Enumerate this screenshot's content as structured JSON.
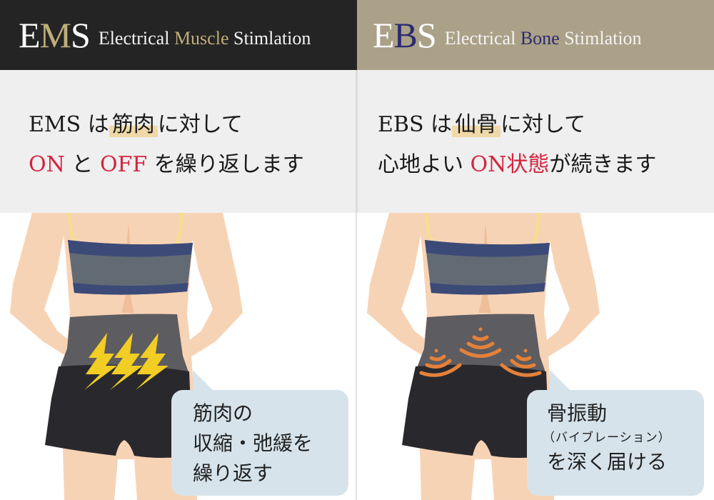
{
  "colors": {
    "ems_header_bg": "#242424",
    "ebs_header_bg": "#aba188",
    "ems_accent": "#bfae7a",
    "ebs_accent": "#2b2a70",
    "highlight": "#f0d9a8",
    "red_text": "#d3243f",
    "desc_bg": "#efefef",
    "bubble_bg": "#d6e3ea",
    "skin": "#f7d3b5",
    "bra_band": "#3c4a78",
    "bra_body": "#626b73",
    "belt": "#5d5c61",
    "shorts": "#29292d",
    "lightning": "#f2cd24",
    "waves": "#e4813a"
  },
  "ems": {
    "header": {
      "abbr_part1": "E",
      "abbr_part2": "M",
      "abbr_part3": "S",
      "name_part1": "Electrical ",
      "name_accent": "Muscle",
      "name_part2": " Stimlation"
    },
    "description": {
      "line1_prefix": "EMS は",
      "line1_highlight": "筋肉",
      "line1_suffix": "に対して",
      "line2_red1": "ON",
      "line2_mid": " と ",
      "line2_red2": "OFF",
      "line2_suffix": " を繰り返します"
    },
    "illustration": {
      "icon": "lightning-bolts",
      "bubble_lines": [
        "筋肉の",
        "収縮・弛緩を",
        "繰り返す"
      ]
    }
  },
  "ebs": {
    "header": {
      "abbr_part1": "E",
      "abbr_part2": "B",
      "abbr_part3": "S",
      "name_part1": "Electrical ",
      "name_accent": "Bone",
      "name_part2": " Stimlation"
    },
    "description": {
      "line1_prefix": "EBS は",
      "line1_highlight": "仙骨",
      "line1_suffix": "に対して",
      "line2_prefix": "心地よい ",
      "line2_red": "ON状態",
      "line2_suffix": "が続きます"
    },
    "illustration": {
      "icon": "vibration-waves",
      "bubble_line1": "骨振動",
      "bubble_line2": "（バイブレーション）",
      "bubble_line3": "を深く届ける"
    }
  }
}
